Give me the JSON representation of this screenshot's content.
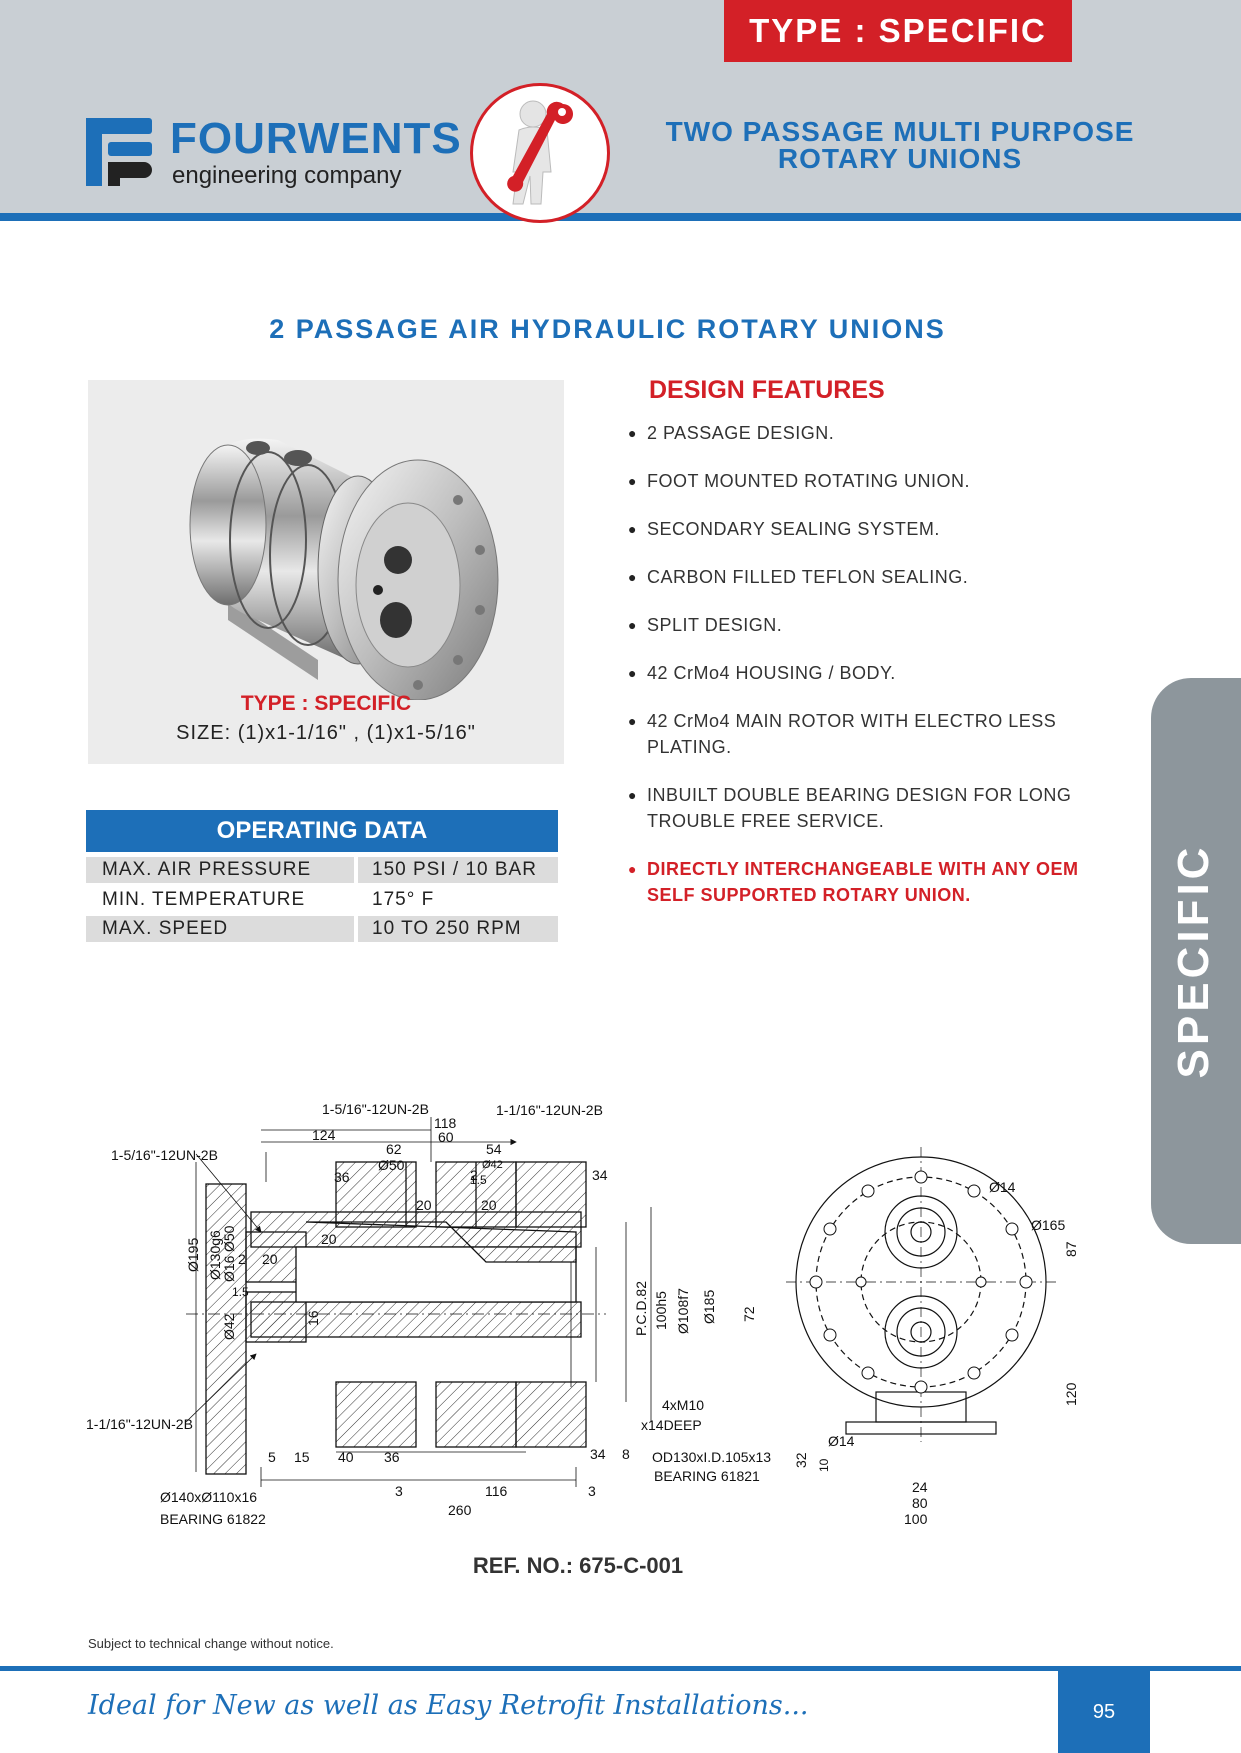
{
  "header": {
    "type_badge": "TYPE : SPECIFIC",
    "company_name": "FOURWENTS",
    "company_sub": "engineering company",
    "title_line1": "TWO PASSAGE MULTI PURPOSE",
    "title_line2": "ROTARY UNIONS"
  },
  "main_title": "2 PASSAGE AIR HYDRAULIC ROTARY UNIONS",
  "product": {
    "type": "TYPE : SPECIFIC",
    "size": "SIZE: (1)x1-1/16\" , (1)x1-5/16\""
  },
  "operating_data": {
    "title": "OPERATING DATA",
    "rows": [
      {
        "label": "MAX. AIR PRESSURE",
        "value": "150 PSI / 10 BAR"
      },
      {
        "label": "MIN. TEMPERATURE",
        "value": "175° F"
      },
      {
        "label": "MAX. SPEED",
        "value": "10 TO 250 RPM"
      }
    ]
  },
  "design_features": {
    "title": "DESIGN FEATURES",
    "items": [
      "2 PASSAGE DESIGN.",
      "FOOT MOUNTED ROTATING UNION.",
      "SECONDARY SEALING SYSTEM.",
      "CARBON FILLED TEFLON SEALING.",
      "SPLIT DESIGN.",
      "42 CrMo4 HOUSING / BODY.",
      "42 CrMo4  MAIN ROTOR WITH ELECTRO LESS PLATING.",
      "INBUILT DOUBLE BEARING DESIGN FOR LONG TROUBLE FREE SERVICE.",
      "DIRECTLY INTERCHANGEABLE WITH ANY OEM SELF SUPPORTED ROTARY UNION."
    ]
  },
  "side_tab": "SPECIFIC",
  "drawing": {
    "thread_top_left": "1-5/16\"-12UN-2B",
    "thread_top_right": "1-1/16\"-12UN-2B",
    "thread_left_upper": "1-5/16\"-12UN-2B",
    "thread_left_lower": "1-1/16\"-12UN-2B",
    "d118": "118",
    "d124": "124",
    "d60": "60",
    "d62": "62",
    "d54": "54",
    "d50": "Ø50",
    "d42": "Ø42",
    "d36": "36",
    "d34": "34",
    "d2": "2",
    "d1_5": "1.5",
    "d20a": "20",
    "d20b": "20",
    "d20c": "20",
    "d20d": "20",
    "v195": "Ø195",
    "v130": "Ø130g6",
    "v16": "Ø16",
    "v42": "Ø42",
    "v50": "Ø50",
    "v2": "2",
    "v15": "1.5",
    "v16b": "16",
    "pcd": "P.C.D.82",
    "v100": "100h5",
    "v108": "Ø108f7",
    "v185": "Ø185",
    "m10": "4xM10",
    "deep": "x14DEEP",
    "b5": "5",
    "b15": "15",
    "b40": "40",
    "b36": "36",
    "b34": "34",
    "b8": "8",
    "b3a": "3",
    "b116": "116",
    "b3b": "3",
    "b260": "260",
    "seal": "OD130xI.D.105x13",
    "bearing_r": "BEARING 61821",
    "bearing_l_size": "Ø140xØ110x16",
    "bearing_l": "BEARING 61822",
    "e14a": "Ø14",
    "e165": "Ø165",
    "e87": "87",
    "e72": "72",
    "e120": "120",
    "e14b": "Ø14",
    "e32": "32",
    "e10": "10",
    "e24": "24",
    "e80": "80",
    "e100": "100"
  },
  "ref_no": "REF. NO.: 675-C-001",
  "notice": "Subject to technical change without notice.",
  "footer": {
    "tagline": "Ideal for New as well as Easy Retrofit Installations...",
    "page_number": "95"
  }
}
